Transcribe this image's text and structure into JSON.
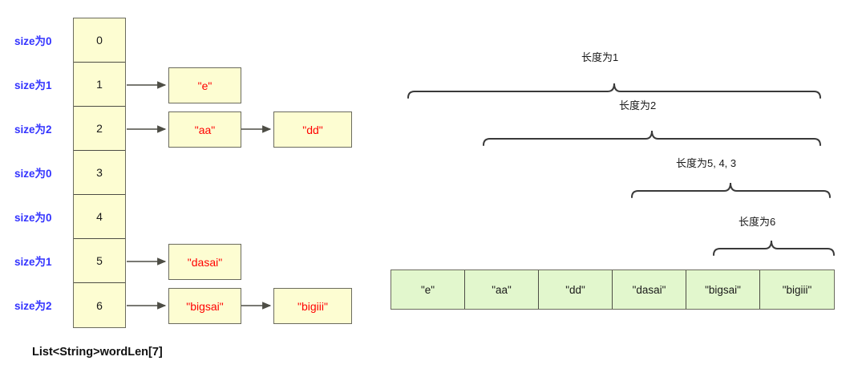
{
  "diagram": {
    "caption": "List<String>wordLen[7]",
    "array": {
      "size_labels": [
        "size为0",
        "size为1",
        "size为2",
        "size为0",
        "size为0",
        "size为1",
        "size为2"
      ],
      "indices": [
        "0",
        "1",
        "2",
        "3",
        "4",
        "5",
        "6"
      ]
    },
    "buckets": [
      {
        "index": "0",
        "nodes": []
      },
      {
        "index": "1",
        "nodes": [
          "\"e\""
        ]
      },
      {
        "index": "2",
        "nodes": [
          "\"aa\"",
          "\"dd\""
        ]
      },
      {
        "index": "3",
        "nodes": []
      },
      {
        "index": "4",
        "nodes": []
      },
      {
        "index": "5",
        "nodes": [
          "\"dasai\""
        ]
      },
      {
        "index": "6",
        "nodes": [
          "\"bigsai\"",
          "\"bigiii\""
        ]
      }
    ],
    "node_labels": {
      "e": "\"e\"",
      "aa": "\"aa\"",
      "dd": "\"dd\"",
      "dasai": "\"dasai\"",
      "bigsai": "\"bigsai\"",
      "bigiii": "\"bigiii\""
    },
    "result_row": {
      "cells": [
        "\"e\"",
        "\"aa\"",
        "\"dd\"",
        "\"dasai\"",
        "\"bigsai\"",
        "\"bigiii\""
      ]
    },
    "braces": [
      {
        "label": "长度为1",
        "covers": "all-six"
      },
      {
        "label": "长度为2",
        "covers": "last-five"
      },
      {
        "label": "长度为5, 4, 3",
        "covers": "last-three"
      },
      {
        "label": "长度为6",
        "covers": "last-two"
      }
    ],
    "colors": {
      "array_fill": "#fdfdd2",
      "array_stroke": "#6b6b5e",
      "node_text": "#ff0000",
      "size_label": "#3333ff",
      "result_fill": "#e2f7cd",
      "brace_stroke": "#3a3a3a",
      "caption_text": "#111111"
    }
  }
}
